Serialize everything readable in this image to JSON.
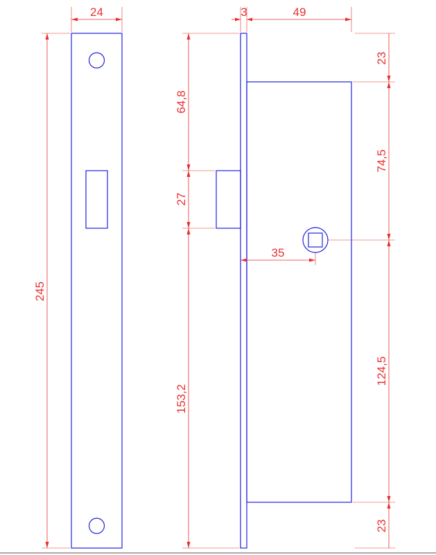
{
  "dimensions": {
    "plate_width": "24",
    "faceplate_thickness": "3",
    "case_depth": "49",
    "top_margin": "23",
    "case_upper": "74,5",
    "case_lower": "124,5",
    "bottom_margin": "23",
    "latch_offset": "64,8",
    "latch_height": "27",
    "below_latch": "153,2",
    "total_height": "245",
    "backset": "35"
  },
  "colors": {
    "outline": "#2020e0",
    "dimension": "#e83030"
  }
}
